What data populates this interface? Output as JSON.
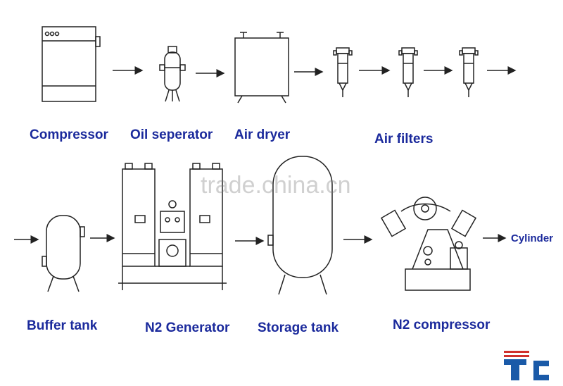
{
  "labels": {
    "compressor": "Compressor",
    "oil_separator": "Oil seperator",
    "air_dryer": "Air dryer",
    "air_filters": "Air filters",
    "buffer_tank": "Buffer tank",
    "n2_generator": "N2 Generator",
    "storage_tank": "Storage tank",
    "n2_compressor": "N2 compressor",
    "cylinder": "Cylinder"
  },
  "watermark": "trade.china.cn",
  "logo_text": "TC",
  "colors": {
    "label": "#1b2a9c",
    "line": "#222222",
    "logo_red": "#d0312d",
    "logo_blue": "#1a5aa8"
  }
}
